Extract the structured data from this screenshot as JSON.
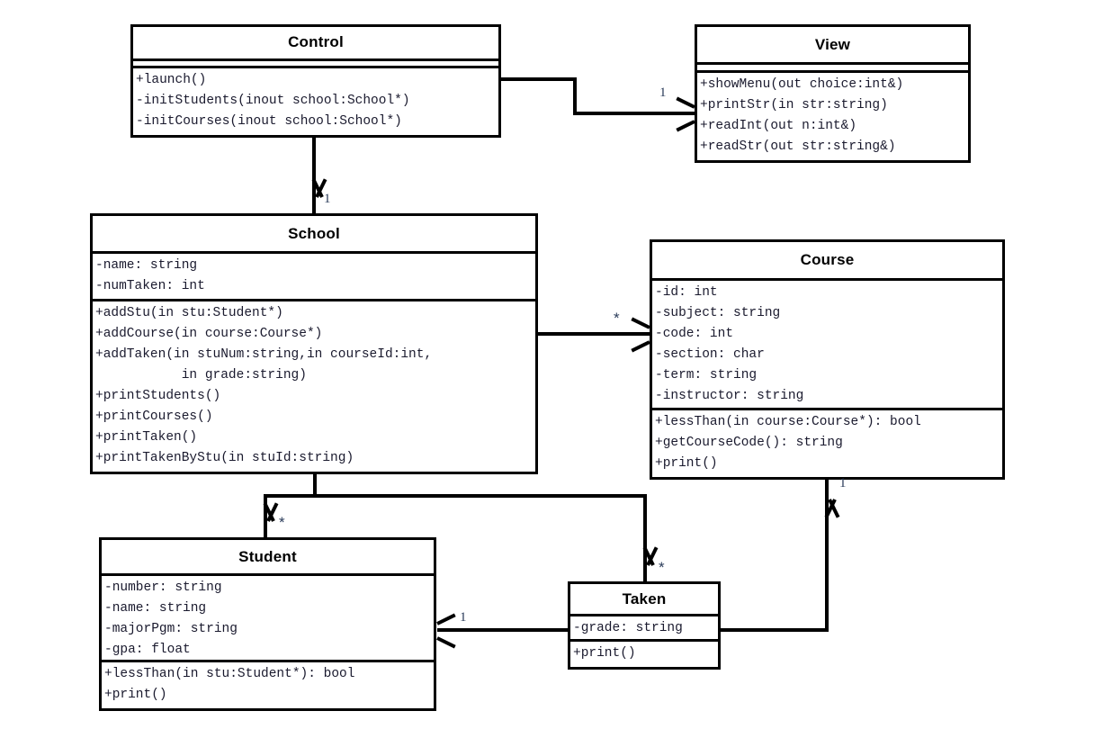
{
  "diagram": {
    "title": "School management UML class diagram",
    "classes": [
      {
        "id": "control",
        "name": "Control",
        "attributes": [],
        "methods": [
          "+launch()",
          "-initStudents(inout school:School*)",
          "-initCourses(inout school:School*)"
        ]
      },
      {
        "id": "view",
        "name": "View",
        "attributes": [],
        "methods": [
          "+showMenu(out choice:int&)",
          "+printStr(in str:string)",
          "+readInt(out n:int&)",
          "+readStr(out str:string&)"
        ]
      },
      {
        "id": "school",
        "name": "School",
        "attributes": [
          "-name: string",
          "-numTaken: int"
        ],
        "methods": [
          "+addStu(in stu:Student*)",
          "+addCourse(in course:Course*)",
          "+addTaken(in stuNum:string,in courseId:int,",
          "           in grade:string)",
          "+printStudents()",
          "+printCourses()",
          "+printTaken()",
          "+printTakenByStu(in stuId:string)"
        ]
      },
      {
        "id": "course",
        "name": "Course",
        "attributes": [
          "-id: int",
          "-subject: string",
          "-code: int",
          "-section: char",
          "-term: string",
          "-instructor: string"
        ],
        "methods": [
          "+lessThan(in course:Course*): bool",
          "+getCourseCode(): string",
          "+print()"
        ]
      },
      {
        "id": "student",
        "name": "Student",
        "attributes": [
          "-number: string",
          "-name: string",
          "-majorPgm: string",
          "-gpa: float"
        ],
        "methods": [
          "+lessThan(in stu:Student*): bool",
          "+print()"
        ]
      },
      {
        "id": "taken",
        "name": "Taken",
        "attributes": [
          "-grade: string"
        ],
        "methods": [
          "+print()"
        ]
      }
    ],
    "associations": [
      {
        "id": "control-view",
        "from": "Control",
        "to": "View",
        "multiplicity": "1"
      },
      {
        "id": "control-school",
        "from": "Control",
        "to": "School",
        "multiplicity": "1"
      },
      {
        "id": "school-course",
        "from": "School",
        "to": "Course",
        "multiplicity": "*"
      },
      {
        "id": "school-student",
        "from": "School",
        "to": "Student",
        "multiplicity": "*"
      },
      {
        "id": "school-taken",
        "from": "School",
        "to": "Taken",
        "multiplicity": "*"
      },
      {
        "id": "taken-student",
        "from": "Taken",
        "to": "Student",
        "multiplicity": "1"
      },
      {
        "id": "taken-course",
        "from": "Taken",
        "to": "Course",
        "multiplicity": "1"
      }
    ]
  },
  "colors": {
    "line": "#000000",
    "text": "#1a1a2e",
    "multiplicity": "#2b3c5a",
    "background": "#ffffff"
  }
}
